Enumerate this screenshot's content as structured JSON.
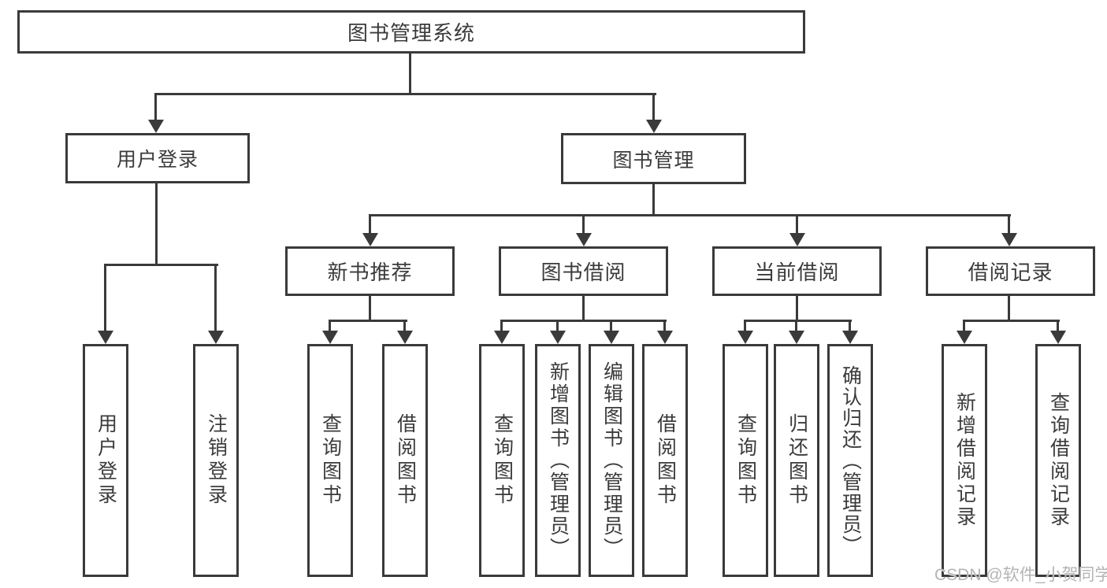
{
  "diagram": {
    "root": "图书管理系统",
    "level2": {
      "user_login": "用户登录",
      "book_mgmt": "图书管理"
    },
    "level3": {
      "new_books": "新书推荐",
      "borrow": "图书借阅",
      "current": "当前借阅",
      "records": "借阅记录"
    },
    "leaves": {
      "user_login": "用户登录",
      "logout": "注销登录",
      "nb_query": "查询图书",
      "nb_borrow": "借阅图书",
      "bb_query": "查询图书",
      "bb_add": "新增图书（管理员）",
      "bb_edit": "编辑图书（管理员）",
      "bb_borrow": "借阅图书",
      "cb_query": "查询图书",
      "cb_return": "归还图书",
      "cb_confirm": "确认归还（管理员）",
      "br_add": "新增借阅记录",
      "br_query": "查询借阅记录"
    }
  },
  "watermark": "CSDN @软件_小贺同学",
  "colors": {
    "line": "#3a3a3a",
    "text": "#3b3b3b",
    "watermark": "#b4b4b4"
  }
}
